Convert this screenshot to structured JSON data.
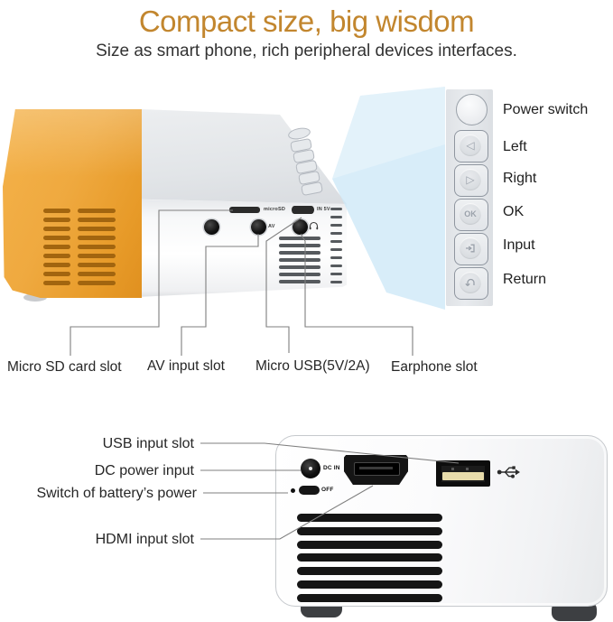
{
  "header": {
    "title": "Compact size, big wisdom",
    "subtitle": "Size as smart phone, rich peripheral devices interfaces."
  },
  "colors": {
    "accent_orange": "#c2862e",
    "projector_yellow": "#efa93f",
    "beam_blue": "#cde8f7",
    "label_gray": "#262626"
  },
  "control_panel": {
    "buttons": [
      {
        "id": "power",
        "label": "Power switch",
        "glyph": ""
      },
      {
        "id": "left",
        "label": "Left",
        "glyph": "◁"
      },
      {
        "id": "right",
        "label": "Right",
        "glyph": "▷"
      },
      {
        "id": "ok",
        "label": "OK",
        "glyph": "OK"
      },
      {
        "id": "input",
        "label": "Input",
        "glyph": "arrow-into-screen"
      },
      {
        "id": "return",
        "label": "Return",
        "glyph": "u-turn-arrow"
      }
    ]
  },
  "top_ports": {
    "labels": [
      {
        "id": "micro-sd",
        "text": "Micro SD card slot"
      },
      {
        "id": "av",
        "text": "AV input slot"
      },
      {
        "id": "micro-usb",
        "text": "Micro USB(5V/2A)"
      },
      {
        "id": "earphone",
        "text": "Earphone slot"
      }
    ]
  },
  "projector_markings": {
    "micro_sd": "microSD",
    "power_in": "IN 5V",
    "av": "AV"
  },
  "bottom_ports": {
    "labels": [
      {
        "id": "usb",
        "text": "USB input slot"
      },
      {
        "id": "dc",
        "text": "DC power input"
      },
      {
        "id": "battery-switch",
        "text": "Switch of battery’s power"
      },
      {
        "id": "hdmi",
        "text": "HDMI input slot"
      }
    ]
  },
  "bottom_markings": {
    "dc_in": "DC IN",
    "off": "OFF"
  }
}
